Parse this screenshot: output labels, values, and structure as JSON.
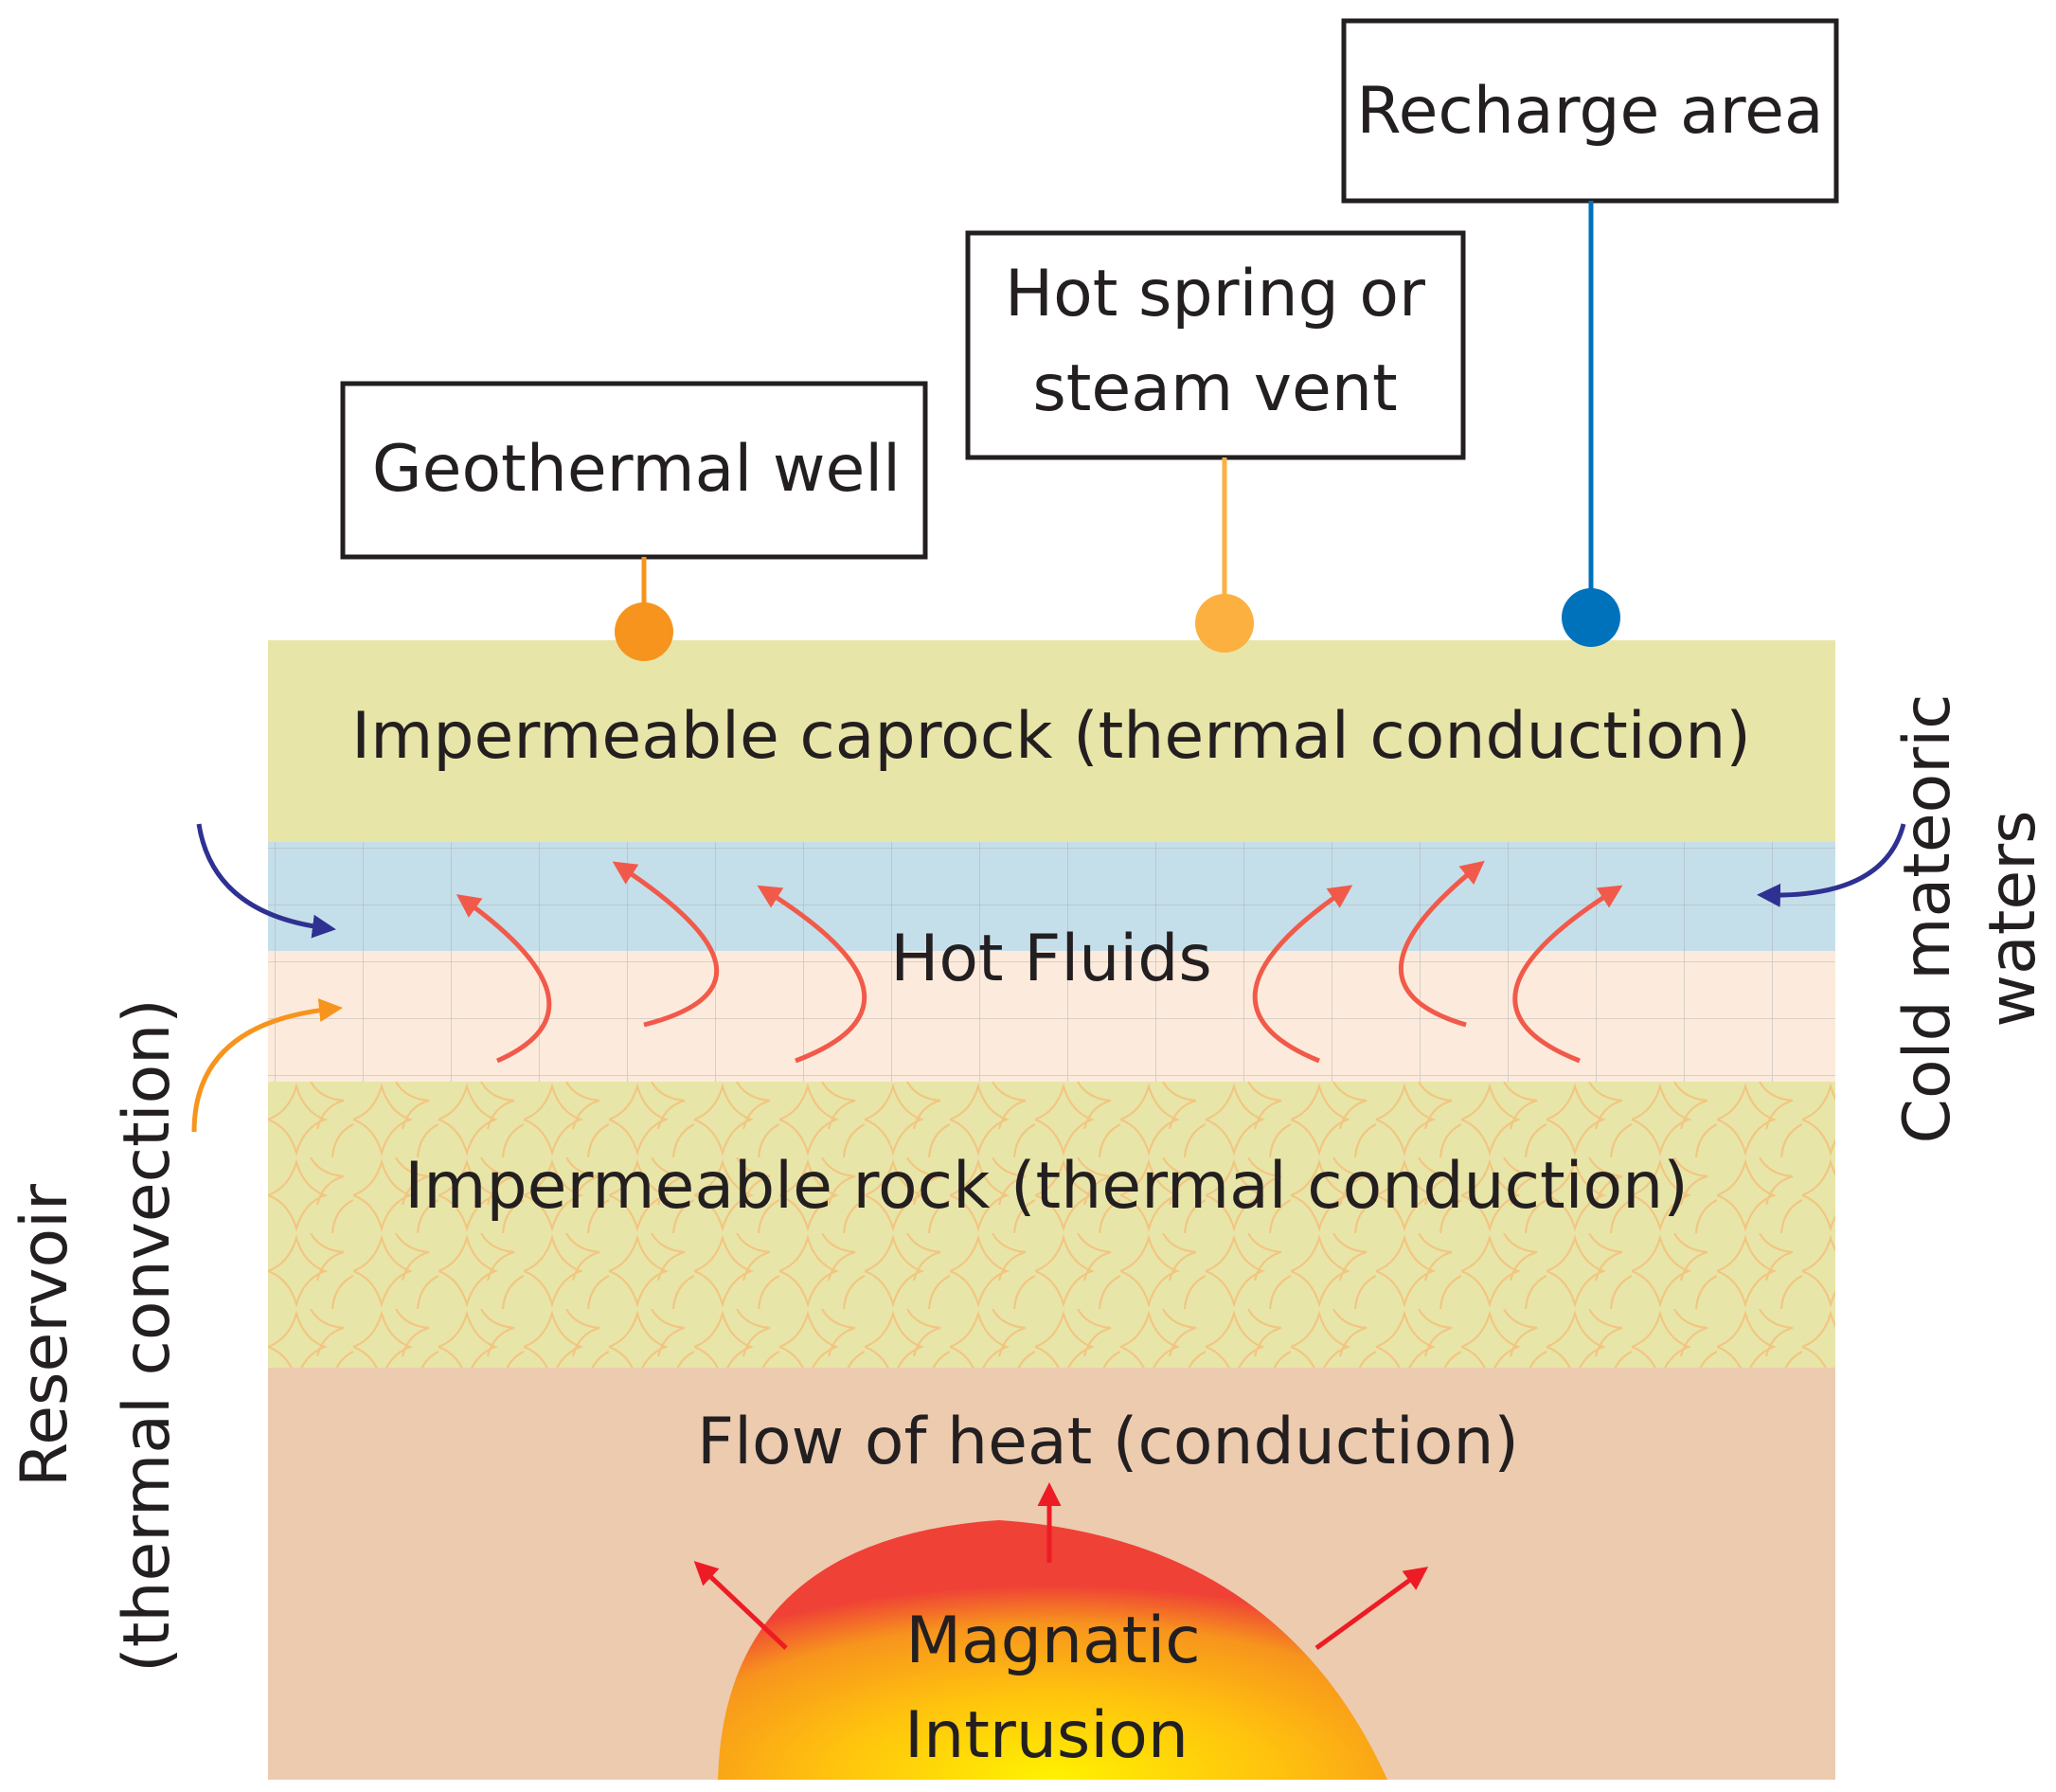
{
  "labels": {
    "recharge": "Recharge area",
    "hot_spring_line1": "Hot spring or",
    "hot_spring_line2": "steam vent",
    "geo_well": "Geothermal well",
    "caprock": "Impermeable caprock (thermal conduction)",
    "hot_fluids": "Hot Fluids",
    "imp_rock": "Impermeable rock (thermal conduction)",
    "flow_heat": "Flow of heat (conduction)",
    "magma_line1": "Magnatic",
    "magma_line2": "Intrusion",
    "reservoir_line1": "Reservoir",
    "reservoir_line2": "(thermal convection)",
    "cold_line1": "Cold mateoric",
    "cold_line2": "waters"
  },
  "colors": {
    "caprock": "#e8e5a9",
    "hot_fluid_upper": "#c5dfea",
    "hot_fluid_lower": "#fcebdc",
    "imp_rock": "#e8e5a9",
    "heat_zone": "#eccbaf",
    "marker_well": "#f7941d",
    "marker_spring": "#fbb040",
    "marker_recharge": "#0072bc",
    "convection_arrow": "#f15a4a",
    "cold_arrow": "#2e3192",
    "reservoir_arrow": "#f7941d",
    "heat_arrow": "#ed1c24",
    "rock_texture": "#f3c27d"
  }
}
